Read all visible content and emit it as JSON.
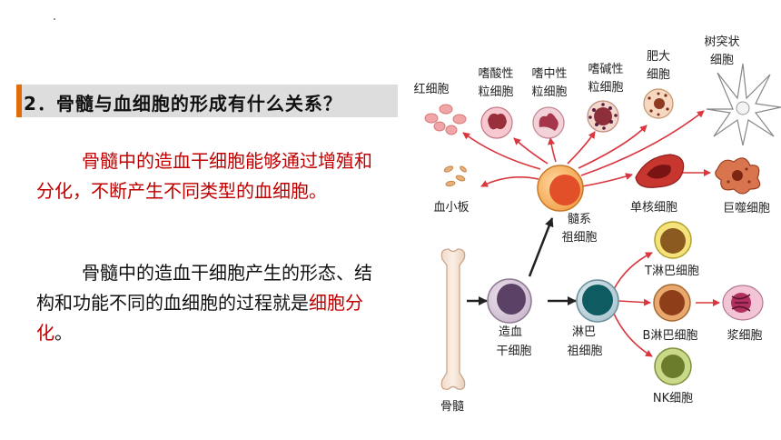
{
  "question": "2．骨髓与血细胞的形成有什么关系？",
  "para1": "骨髓中的造血干细胞能够通过增殖和分化，不断产生不同类型的血细胞。",
  "para2_prefix": "骨髓中的造血干细胞产生的形态、结构和功能不同的血细胞的过程就是",
  "para2_highlight": "细胞分化",
  "para2_suffix": "。",
  "diagram": {
    "labels": {
      "rbc": "红细胞",
      "eosinophil_1": "嗜酸性",
      "eosinophil_2": "粒细胞",
      "neutrophil_1": "嗜中性",
      "neutrophil_2": "粒细胞",
      "basophil_1": "嗜碱性",
      "basophil_2": "粒细胞",
      "mast_1": "肥大",
      "mast_2": "细胞",
      "dendritic_1": "树突状",
      "dendritic_2": "细胞",
      "platelet": "血小板",
      "monocyte": "单核细胞",
      "macrophage": "巨噬细胞",
      "myeloid_1": "髓系",
      "myeloid_2": "祖细胞",
      "t_cell": "T淋巴细胞",
      "b_cell": "B淋巴细胞",
      "plasma": "浆细胞",
      "nk_cell": "NK细胞",
      "hsc_1": "造血",
      "hsc_2": "干细胞",
      "lymphoid_1": "淋巴",
      "lymphoid_2": "祖细胞",
      "marrow": "骨髓"
    },
    "colors": {
      "red_arrow": "#d9363e",
      "black_arrow": "#222222",
      "title_bar": "#dddddd",
      "accent": "#e26b0a",
      "emphasis_text": "#c00000"
    }
  }
}
